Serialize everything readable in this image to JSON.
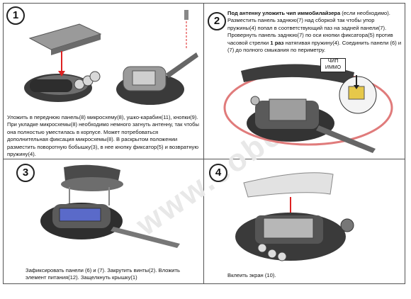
{
  "steps": [
    {
      "number": "1",
      "text": "Уложить в переднюю панель(8) микросхему(8), ушко-карабин(11), кнопки(9). При укладке микросхемы(8) необходимо немного загнуть антенну, так чтобы она полностью уместилась в корпусе. Может потребоваться дополнительная фиксация микросхемы(8). В раскрытом положении разместить поворотную бобышку(3), в нее кнопку фиксатор(5) и возвратную пружину(4)."
    },
    {
      "number": "2",
      "text_bold": "Под антенну уложить чип иммобилайзера",
      "text_1": " (если необходимо). Разместить панель заднюю(7) над сборкой так чтобы упор пружины(4) попал в соответствующий паз на задней панели(7). Провернуть панель заднюю(7) по оси кнопки фиксатора(5) против часовой стрелки ",
      "text_bold_2": "1 раз",
      "text_2": " натягивая пружину(4). Соединить панели (6) и (7) до полного смыкания по периметру.",
      "chip_label": "ЧИП ИММО"
    },
    {
      "number": "3",
      "text": "Зафиксировать панели (6) и (7). Закрутить винты(2). Вложить элемент питания(12). Защелкнуть крышку(1)"
    },
    {
      "number": "4",
      "text": "Вклеить экран (10)."
    }
  ],
  "watermark": "www.eobe.ru"
}
